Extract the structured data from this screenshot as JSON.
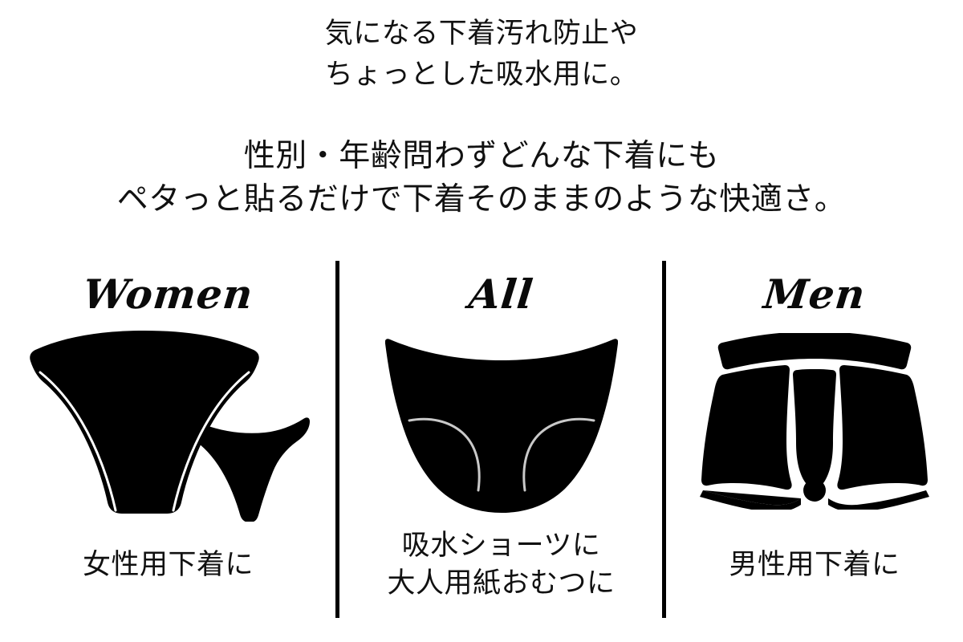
{
  "background_color": "#ffffff",
  "ink_color": "#000000",
  "accent_line_color": "#ffffff",
  "headline": {
    "line1": "気になる下着汚れ防止や",
    "line2": "ちょっとした吸水用に。"
  },
  "subhead": {
    "line1": "性別・年齢問わずどんな下着にも",
    "line2": "ペタっと貼るだけで下着そのままのような快適さ。"
  },
  "columns": [
    {
      "id": "women",
      "script_label": "Women",
      "illustration": "womens-bikini-and-thong-illustration",
      "caption_line1": "女性用下着に",
      "caption_line2": ""
    },
    {
      "id": "all",
      "script_label": "All",
      "illustration": "absorbent-brief-illustration",
      "caption_line1": "吸水ショーツに",
      "caption_line2": "大人用紙おむつに"
    },
    {
      "id": "men",
      "script_label": "Men",
      "illustration": "mens-boxer-briefs-illustration",
      "caption_line1": "男性用下着に",
      "caption_line2": ""
    }
  ],
  "dividers": {
    "count": 2,
    "orientation": "vertical",
    "color": "#000000"
  }
}
